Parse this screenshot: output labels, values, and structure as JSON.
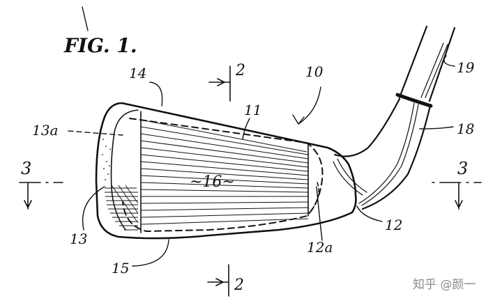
{
  "figure": {
    "title": "FIG. 1.",
    "labels": {
      "club": "10",
      "head_body": "11",
      "hosel": "12",
      "hosel_inner": "12a",
      "toe_cavity": "13",
      "toe_insert": "13a",
      "top_line": "14",
      "sole": "15",
      "face_grooves": "~16~",
      "ferrule": "18",
      "shaft": "19",
      "section_2_top": "2",
      "section_2_bottom": "2",
      "section_3_left": "3",
      "section_3_right": "3"
    }
  },
  "watermark": {
    "text": "知乎 @颜一"
  }
}
